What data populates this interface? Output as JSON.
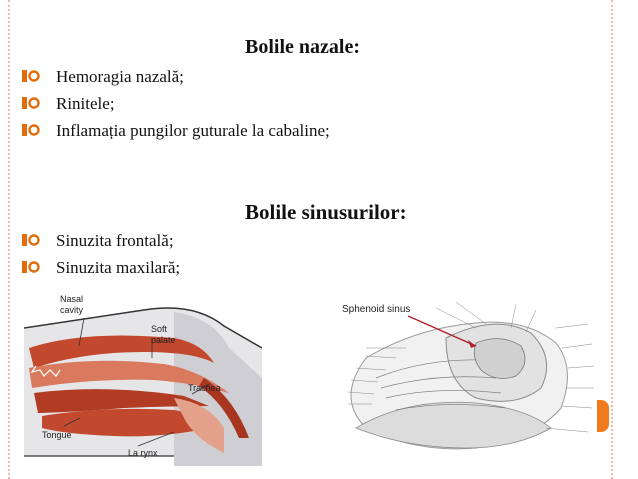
{
  "slide": {
    "heading_nasal": "Bolile nazale:",
    "nasal_items": [
      {
        "label": "Hemoragia nazală;"
      },
      {
        "label": "Rinitele;"
      },
      {
        "label": "Inflamația pungilor guturale la cabaline;"
      }
    ],
    "heading_sinus": "Bolile sinusurilor:",
    "sinus_items": [
      {
        "label": "Sinuzita frontală;"
      },
      {
        "label": "Sinuzita maxilară;"
      }
    ]
  },
  "figure_left": {
    "labels": {
      "nasal_cavity_1": "Nasal",
      "nasal_cavity_2": "cavity",
      "soft_palate_1": "Soft",
      "soft_palate_2": "palate",
      "trachea": "Trachea",
      "tongue": "Tongue",
      "larynx": "La rynx"
    }
  },
  "figure_right": {
    "labels": {
      "sphenoid_sinus": "Sphenoid sinus"
    }
  },
  "colors": {
    "accent_orange": "#f07a1e",
    "border_dots": "#f2b8a2",
    "bullet_icon": "#e36c0a",
    "tissue_red": "#c2492e"
  }
}
